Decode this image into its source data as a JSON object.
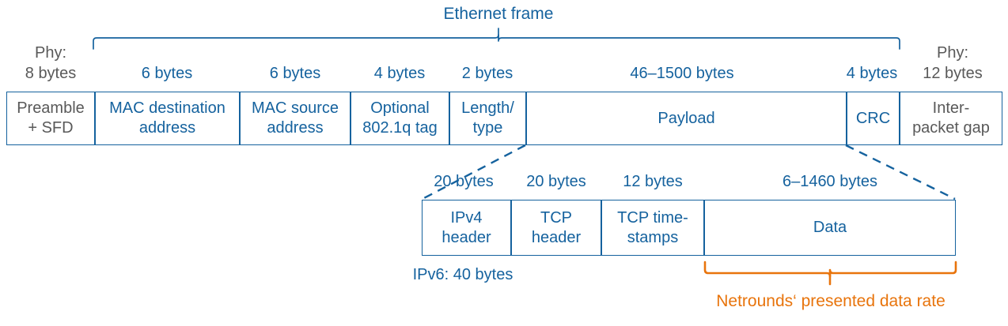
{
  "diagram": {
    "title": "Ethernet frame",
    "colors": {
      "blue": "#15629e",
      "gray": "#595959",
      "orange": "#e8740c",
      "background": "#ffffff"
    }
  },
  "frame_row": {
    "phy_left": {
      "size_line1": "Phy:",
      "size_line2": "8 bytes",
      "cell_line1": "Preamble",
      "cell_line2": "+ SFD"
    },
    "phy_right": {
      "size_line1": "Phy:",
      "size_line2": "12 bytes",
      "cell_line1": "Inter-",
      "cell_line2": "packet gap"
    },
    "fields": [
      {
        "size": "6 bytes",
        "line1": "MAC destination",
        "line2": "address"
      },
      {
        "size": "6 bytes",
        "line1": "MAC source",
        "line2": "address"
      },
      {
        "size": "4 bytes",
        "line1": "Optional",
        "line2": "802.1q tag"
      },
      {
        "size": "2 bytes",
        "line1": "Length/",
        "line2": "type"
      },
      {
        "size": "46–1500 bytes",
        "line1": "Payload",
        "line2": ""
      },
      {
        "size": "4 bytes",
        "line1": "CRC",
        "line2": ""
      }
    ]
  },
  "payload_row": {
    "fields": [
      {
        "size": "20 bytes",
        "line1": "IPv4",
        "line2": "header"
      },
      {
        "size": "20 bytes",
        "line1": "TCP",
        "line2": "header"
      },
      {
        "size": "12 bytes",
        "line1": "TCP time-",
        "line2": "stamps"
      },
      {
        "size": "6–1460 bytes",
        "line1": "Data",
        "line2": ""
      }
    ],
    "footnote": "IPv6: 40 bytes"
  },
  "annotation": {
    "data_rate_label": "Netrounds‘ presented data rate"
  }
}
